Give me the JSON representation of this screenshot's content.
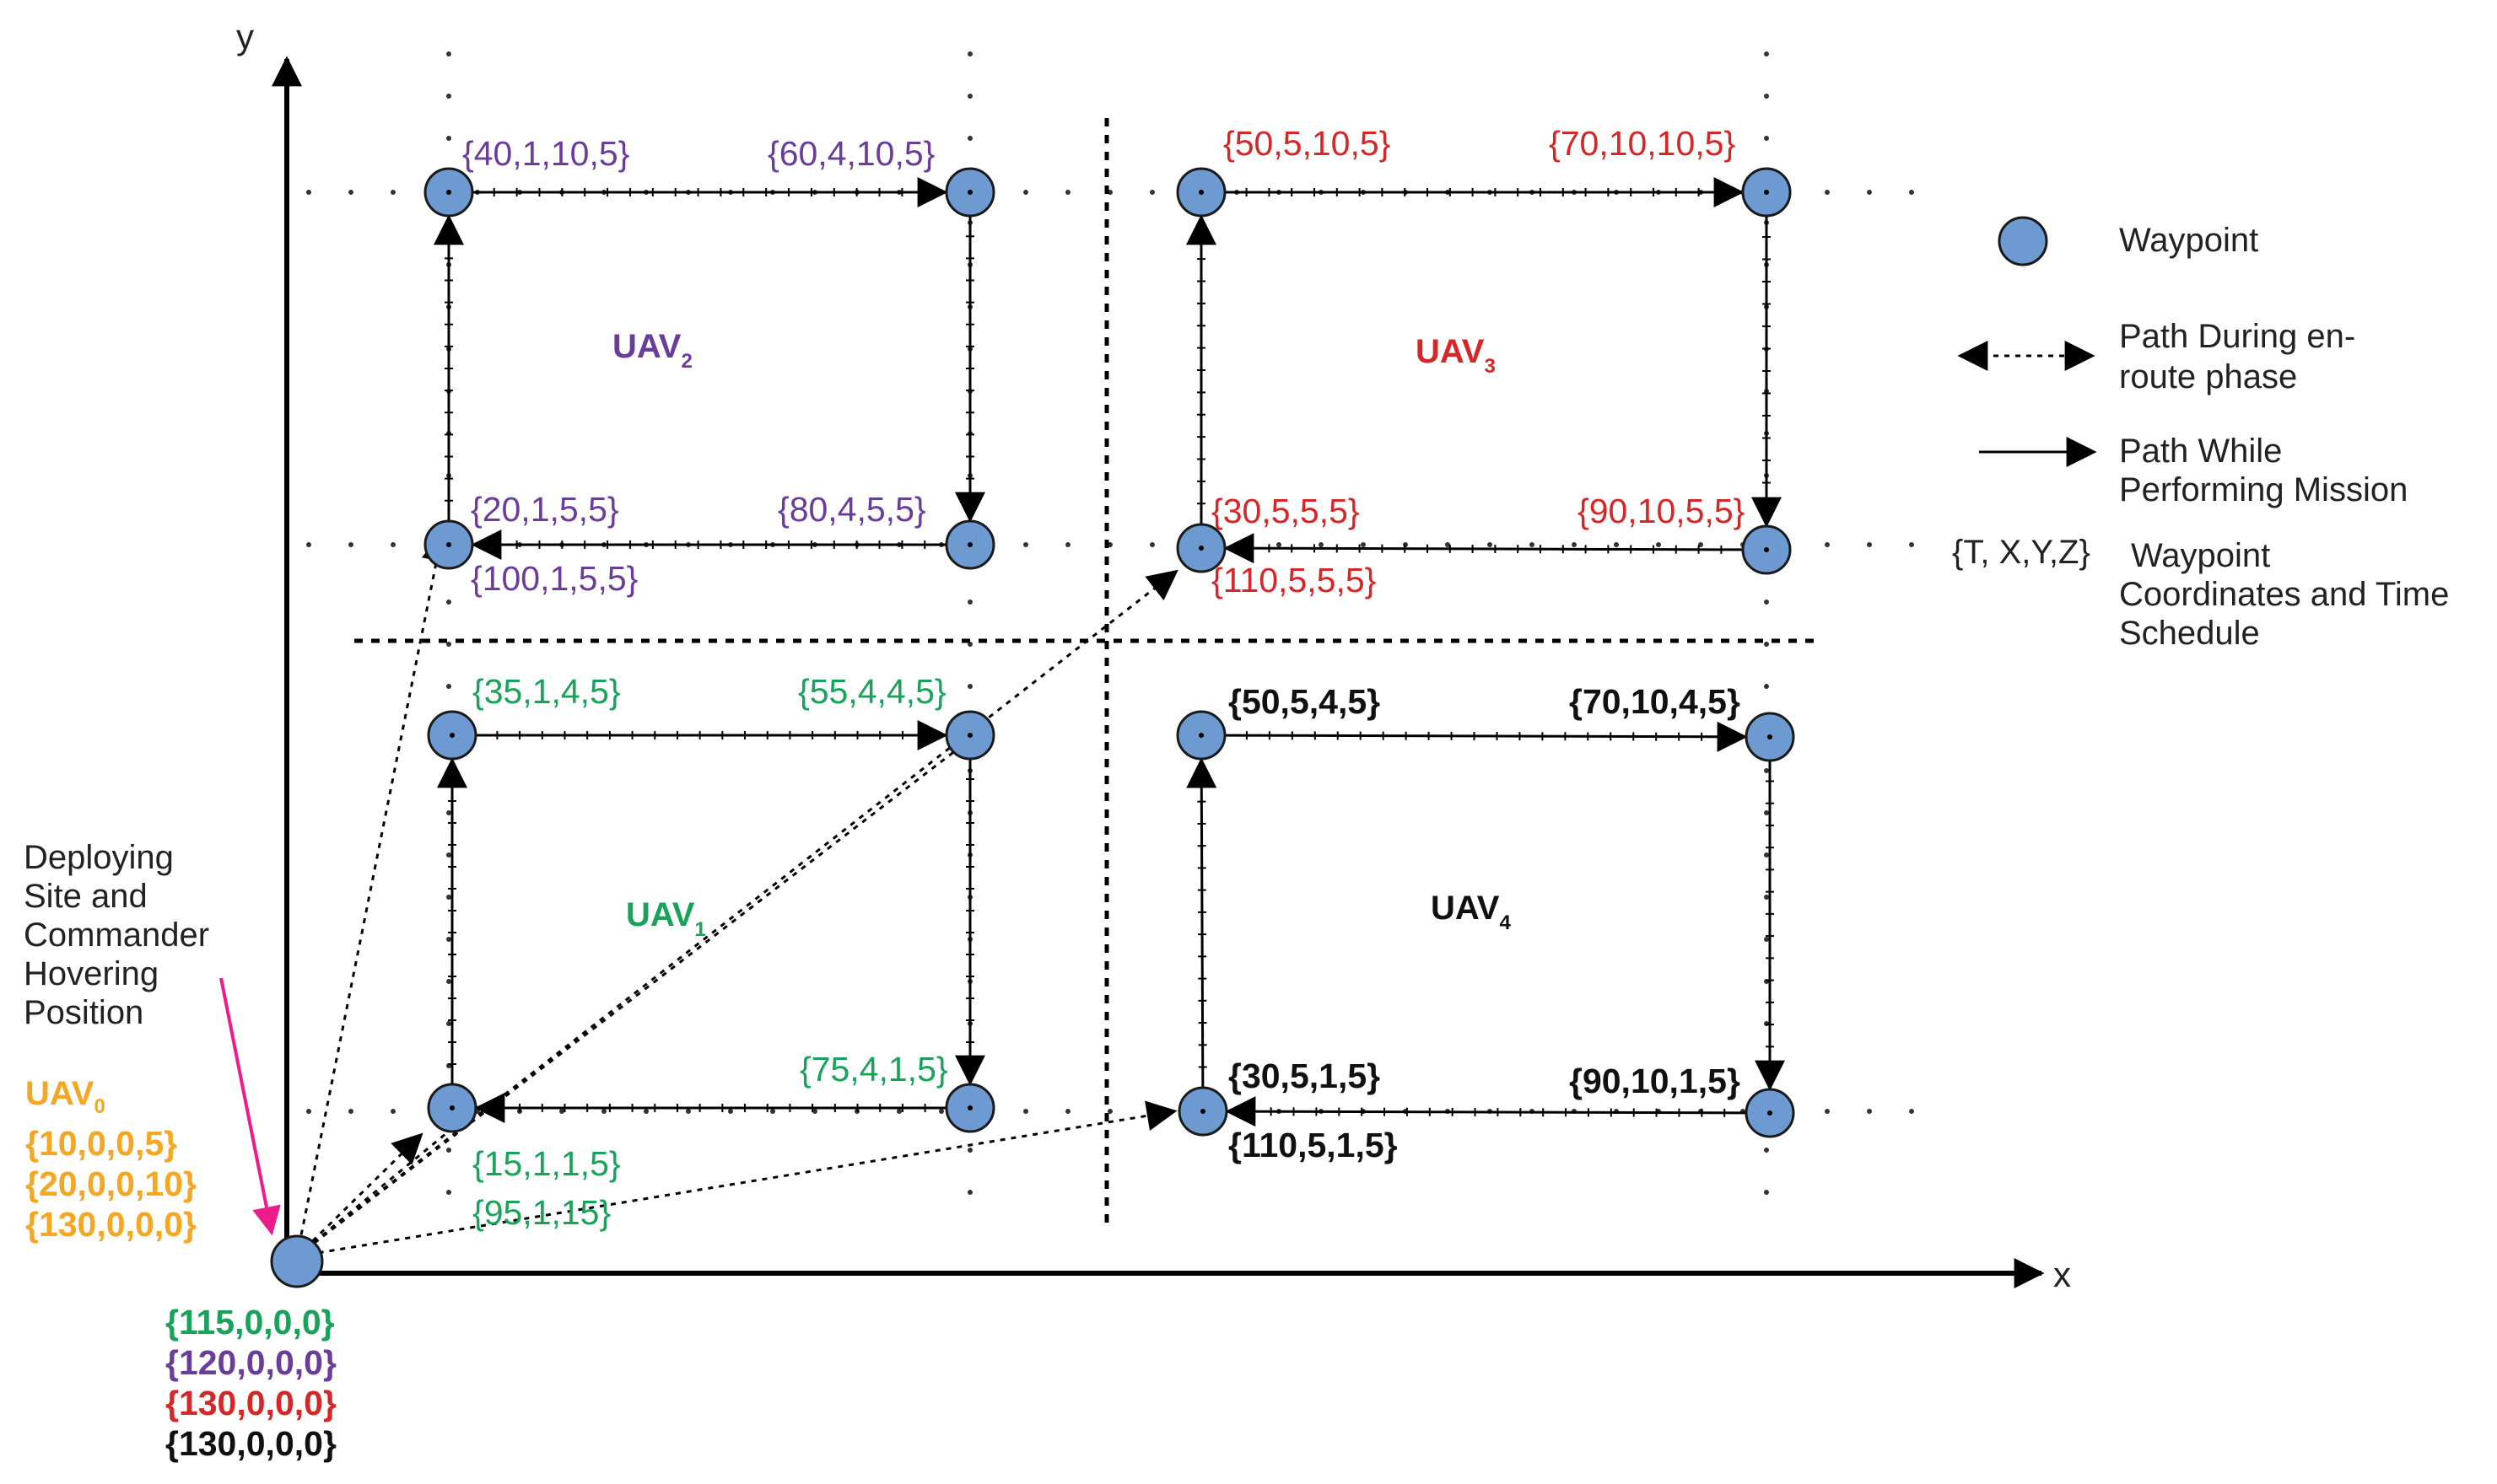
{
  "colors": {
    "uav0": "#f5a623",
    "uav1": "#19a35a",
    "uav2": "#6a3d9a",
    "uav3": "#d62728",
    "uav4": "#111111",
    "waypoint_fill": "#6d9bd1",
    "arrow_pink": "#ee1b8c",
    "line": "#000000"
  },
  "axes": {
    "x_label": "x",
    "y_label": "y"
  },
  "regions": {
    "uav1": {
      "name": "UAV",
      "sub": "1"
    },
    "uav2": {
      "name": "UAV",
      "sub": "2"
    },
    "uav3": {
      "name": "UAV",
      "sub": "3"
    },
    "uav4": {
      "name": "UAV",
      "sub": "4"
    }
  },
  "waypoint_labels": {
    "uav2": [
      "{40,1,10,5}",
      "{60,4,10,5}",
      "{20,1,5,5}",
      "{100,1,5,5}",
      "{80,4,5,5}"
    ],
    "uav3": [
      "{50,5,10,5}",
      "{70,10,10,5}",
      "{30,5,5,5}",
      "{110,5,5,5}",
      "{90,10,5,5}"
    ],
    "uav1": [
      "{35,1,4,5}",
      "{55,4,4,5}",
      "{75,4,1,5}",
      "{15,1,1,5}",
      "{95,1,15}"
    ],
    "uav4": [
      "{50,5,4,5}",
      "{70,10,4,5}",
      "{30,5,1,5}",
      "{110,5,1,5}",
      "{90,10,1,5}"
    ]
  },
  "deploy": {
    "text_lines": [
      "Deploying",
      "Site and",
      "Commander",
      "Hovering",
      "Position"
    ],
    "uav0_name": "UAV",
    "uav0_sub": "0",
    "uav0_schedule": [
      "{10,0,0,5}",
      "{20,0,0,10}",
      "{130,0,0,0}"
    ],
    "return_schedule": [
      {
        "text": "{115,0,0,0}",
        "uav": "uav1"
      },
      {
        "text": "{120,0,0,0}",
        "uav": "uav2"
      },
      {
        "text": "{130,0,0,0}",
        "uav": "uav3"
      },
      {
        "text": "{130,0,0,0}",
        "uav": "uav4"
      }
    ]
  },
  "legend": {
    "waypoint": "Waypoint",
    "enroute": [
      "Path During en-",
      "route phase"
    ],
    "mission": [
      "Path While",
      "Performing Mission"
    ],
    "coord_key": "{T, X,Y,Z}",
    "coord_desc": [
      "Waypoint",
      "Coordinates and Time",
      "Schedule"
    ]
  }
}
